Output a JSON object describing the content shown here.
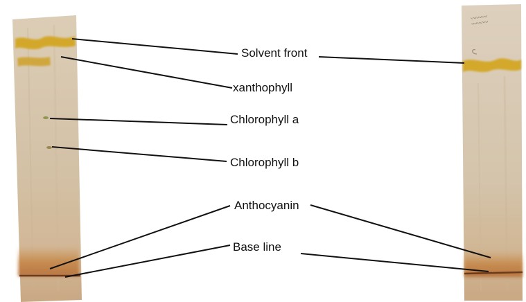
{
  "labels": {
    "solvent_front": "Solvent front",
    "xanthophyll": "xanthophyll",
    "chlorophyll_a": "Chlorophyll a",
    "chlorophyll_b": "Chlorophyll b",
    "anthocyanin": "Anthocyanin",
    "base_line": "Base line"
  },
  "colors": {
    "paper": "#d6c5ad",
    "band_yellow": "#cda01e",
    "band_orange": "#b9772d",
    "base_line": "#6b3a1c",
    "leader_line": "#111111"
  }
}
